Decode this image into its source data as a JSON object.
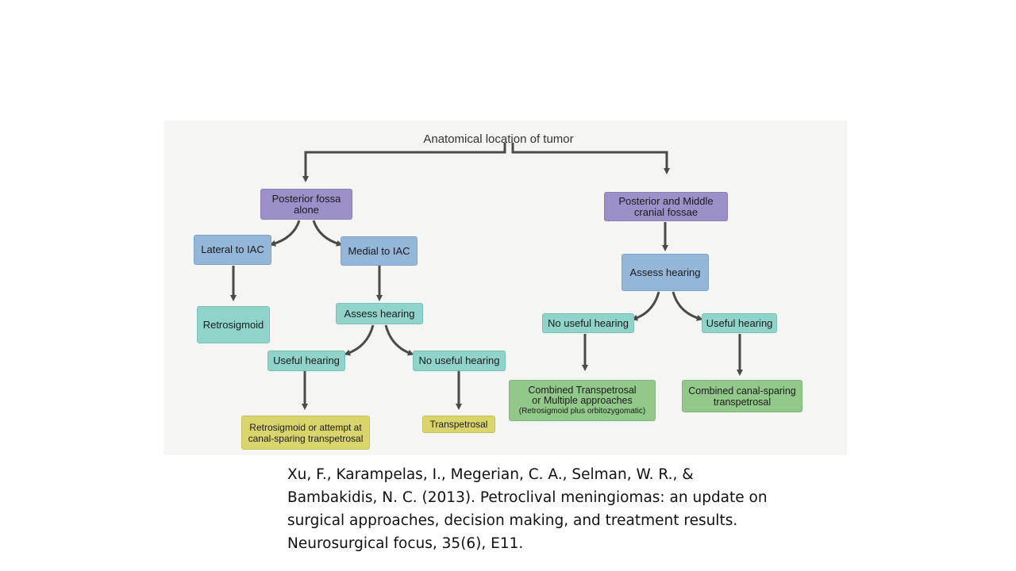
{
  "diagram": {
    "root": "Anatomical location of tumor",
    "left": {
      "region": "Posterior fossa alone",
      "lateral": "Lateral to IAC",
      "lateral_outcome": "Retrosigmoid",
      "medial": "Medial to IAC",
      "assess": "Assess hearing",
      "useful": "Useful hearing",
      "useful_outcome": "Retrosigmoid or attempt at canal-sparing transpetrosal",
      "no_useful": "No useful hearing",
      "no_useful_outcome": "Transpetrosal"
    },
    "right": {
      "region": "Posterior and Middle cranial fossae",
      "assess": "Assess hearing",
      "no_useful": "No useful hearing",
      "no_useful_outcome_main": "Combined Transpetrosal or Multiple approaches",
      "no_useful_outcome_note": "(Retrosigmoid plus orbitozygomatic)",
      "useful": "Useful hearing",
      "useful_outcome": "Combined canal-sparing transpetrosal"
    }
  },
  "citation": "Xu, F., Karampelas, I., Megerian, C. A., Selman, W. R., & Bambakidis, N. C. (2013). Petroclival meningiomas: an update on surgical approaches, decision making, and treatment results. Neurosurgical focus, 35(6), E11.",
  "colors": {
    "region": "#9d90c9",
    "branch": "#93b6d9",
    "hearing": "#8fd3ca",
    "outcome_green": "#92c98b",
    "outcome_yellow": "#d9d56c",
    "arrow": "#4a4a4a"
  }
}
